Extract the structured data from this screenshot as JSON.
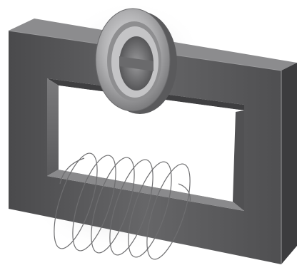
{
  "figure": {
    "subject": "",
    "components": [
      {
        "name": "rectangular-core",
        "icon": "rectangular-frame"
      },
      {
        "name": "ring",
        "icon": "ring-bearing"
      },
      {
        "name": "coil",
        "icon": "helical-coil"
      }
    ],
    "colors": {
      "background": "#ffffff",
      "core_front": "#5d5d5f",
      "core_top": "#8a8a8c",
      "core_side": "#3e3e40",
      "core_inner": "#6d6d6f",
      "ring_outer": "#b8b8ba",
      "ring_inner": "#6a6a6c",
      "coil_wire": "#6e6e70"
    }
  }
}
